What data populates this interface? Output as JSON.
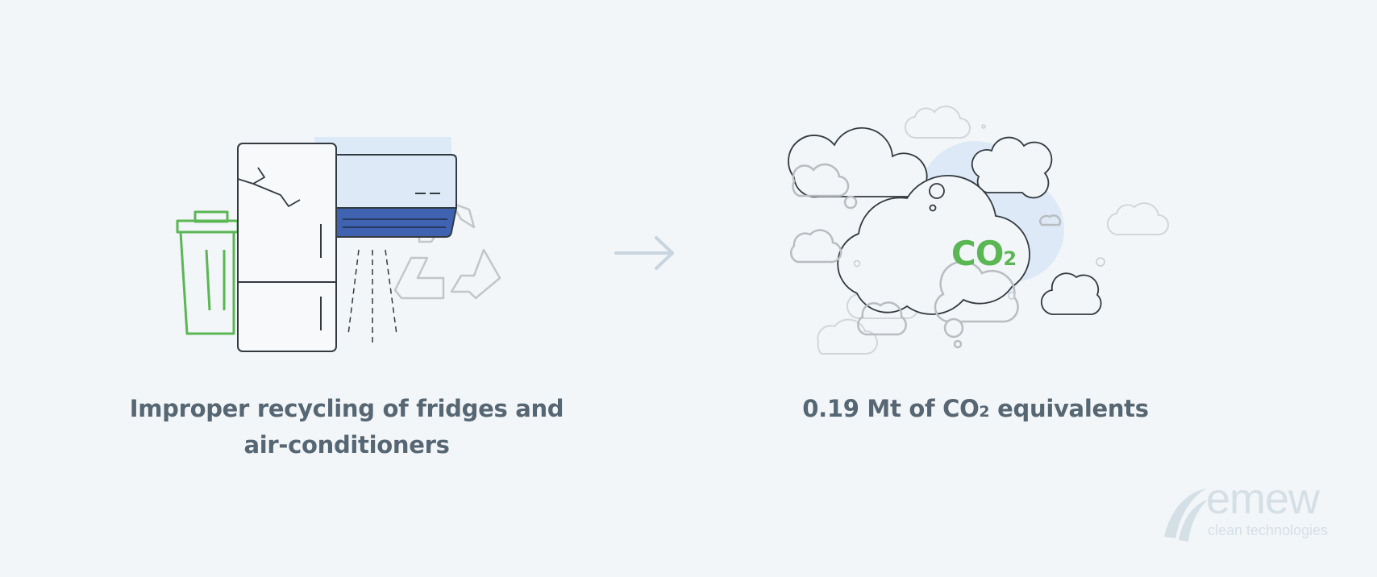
{
  "left": {
    "caption_line1": "Improper recycling of fridges and",
    "caption_line2": "air-conditioners"
  },
  "right": {
    "caption_prefix": "0.19 Mt of CO",
    "caption_sub": "2",
    "caption_suffix": " equivalents"
  },
  "cloud_label": {
    "main": "CO",
    "sub": "2"
  },
  "brand": {
    "name": "emew",
    "tagline": "clean technologies"
  },
  "colors": {
    "background": "#f2f6f9",
    "caption_text": "#566672",
    "accent_green": "#5bb654",
    "ac_blue": "#3f63b0",
    "light_blue": "#dde9f6",
    "outline_dark": "#333a40",
    "outline_grey": "#b9bdc1",
    "arrow": "#c9d5de",
    "logo": "#d5dfe6"
  },
  "icons": [
    "trash-bin-icon",
    "fridge-icon",
    "air-conditioner-icon",
    "recycle-icon",
    "arrow-right-icon",
    "cloud-icon",
    "emew-logo-icon"
  ]
}
